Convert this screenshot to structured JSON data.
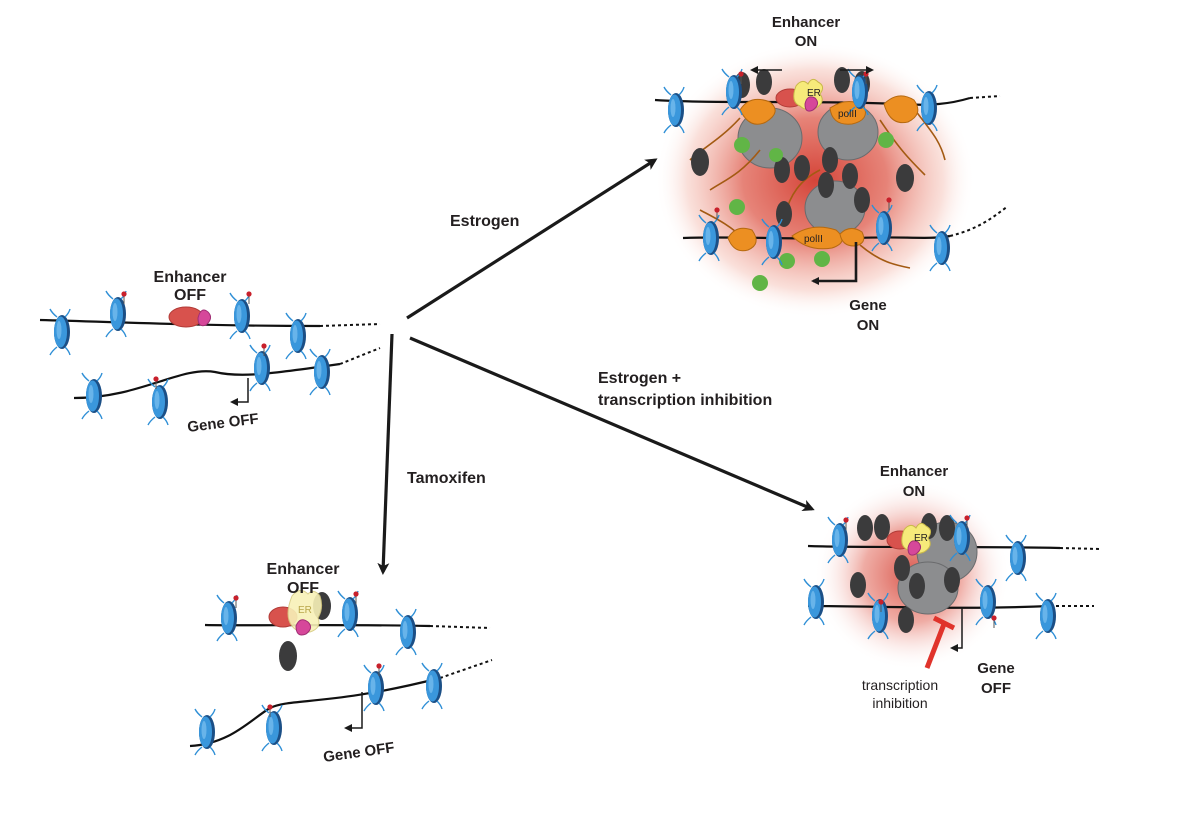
{
  "colors": {
    "nucleosome": "#2f8fd6",
    "nucleosome_dark": "#1b4f86",
    "dna": "#111111",
    "arrow": "#1a1a1a",
    "enhancer_red": "#d8524d",
    "cofactor_magenta": "#d6479a",
    "er_yellow": "#f6ea7a",
    "polII_orange": "#ec8f22",
    "condensate_grey": "#8c8d8f",
    "dark_protein": "#3b3b3c",
    "green_dot": "#61b546",
    "halo_red": "#d84a3f",
    "inhibition_red": "#e0332b"
  },
  "icons": [
    "nucleosome-icon",
    "transcription-start-arrow-icon",
    "inhibition-bar-icon",
    "methyl-mark-icon"
  ],
  "initial": {
    "enhancer_title": "Enhancer",
    "enhancer_state": "OFF",
    "gene_label": "Gene OFF"
  },
  "estrogen": {
    "arrow_label": "Estrogen",
    "enhancer_title": "Enhancer",
    "enhancer_state": "ON",
    "er_label": "ER",
    "pol_label_1": "polII",
    "pol_label_2": "polII",
    "gene_title": "Gene",
    "gene_state": "ON"
  },
  "tamoxifen": {
    "arrow_label": "Tamoxifen",
    "enhancer_title": "Enhancer",
    "enhancer_state": "OFF",
    "er_label": "ER",
    "gene_label": "Gene OFF"
  },
  "inhibition": {
    "arrow_label_line1": "Estrogen +",
    "arrow_label_line2": "transcription inhibition",
    "enhancer_title": "Enhancer",
    "enhancer_state": "ON",
    "er_label": "ER",
    "inhibitor_line1": "transcription",
    "inhibitor_line2": "inhibition",
    "gene_title": "Gene",
    "gene_state": "OFF"
  }
}
